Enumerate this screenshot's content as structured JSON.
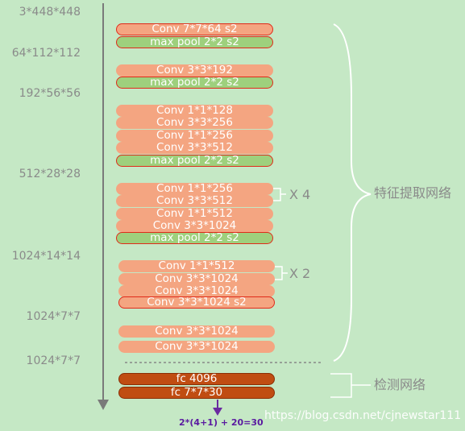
{
  "dimensions": [
    "3*448*448",
    "64*112*112",
    "192*56*56",
    "512*28*28",
    "1024*14*14",
    "1024*7*7",
    "1024*7*7"
  ],
  "layers": [
    {
      "label": "Conv 7*7*64 s2",
      "kind": "conv-outlined"
    },
    {
      "label": "max pool 2*2 s2",
      "kind": "pool"
    },
    {
      "label": "Conv 3*3*192",
      "kind": "conv"
    },
    {
      "label": "max pool 2*2 s2",
      "kind": "pool"
    },
    {
      "label": "Conv 1*1*128",
      "kind": "conv"
    },
    {
      "label": "Conv 3*3*256",
      "kind": "conv"
    },
    {
      "label": "Conv 1*1*256",
      "kind": "conv"
    },
    {
      "label": "Conv 3*3*512",
      "kind": "conv"
    },
    {
      "label": "max pool 2*2 s2",
      "kind": "pool"
    },
    {
      "label": "Conv 1*1*256",
      "kind": "conv"
    },
    {
      "label": "Conv 3*3*512",
      "kind": "conv"
    },
    {
      "label": "Conv 1*1*512",
      "kind": "conv"
    },
    {
      "label": "Conv 3*3*1024",
      "kind": "conv"
    },
    {
      "label": "max pool 2*2 s2",
      "kind": "pool"
    },
    {
      "label": "Conv 1*1*512",
      "kind": "conv"
    },
    {
      "label": "Conv 3*3*1024",
      "kind": "conv"
    },
    {
      "label": "Conv 3*3*1024",
      "kind": "conv"
    },
    {
      "label": "Conv 3*3*1024 s2",
      "kind": "conv-outlined"
    },
    {
      "label": "Conv 3*3*1024",
      "kind": "conv"
    },
    {
      "label": "Conv 3*3*1024",
      "kind": "conv"
    },
    {
      "label": "fc 4096",
      "kind": "fc"
    },
    {
      "label": "fc 7*7*30",
      "kind": "fc"
    }
  ],
  "repeat_x4": "X 4",
  "repeat_x2": "X 2",
  "feature_label": "特征提取网络",
  "detect_label": "检测网络",
  "output_formula": "2*(4+1) + 20=30",
  "watermark": "https://blog.csdn.net/cjnewstar111",
  "colors": {
    "background": "#c5e8c5",
    "conv": "#f4a581",
    "pool": "#9ed07d",
    "fc": "#c04d12",
    "outline": "#e02a1a",
    "arrow": "#7a7a7a",
    "output_arrow": "#6a2aa0",
    "output_text": "#5a1aa0"
  }
}
